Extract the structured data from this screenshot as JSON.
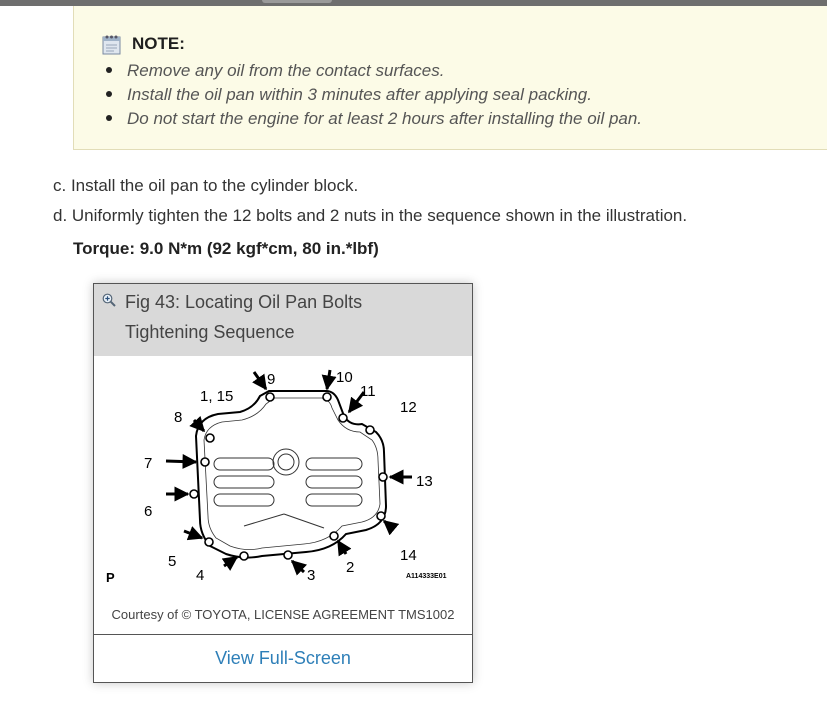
{
  "note": {
    "title": "NOTE:",
    "icon": "note-pad-icon",
    "items": [
      "Remove any oil from the contact surfaces.",
      "Install the oil pan within 3 minutes after applying seal packing.",
      "Do not start the engine for at least 2 hours after installing the oil pan."
    ]
  },
  "steps": [
    "c. Install the oil pan to the cylinder block.",
    "d. Uniformly tighten the 12 bolts and 2 nuts in the sequence shown in the illustration."
  ],
  "torque": "Torque: 9.0 N*m (92 kgf*cm, 80 in.*lbf)",
  "figure": {
    "title": "Fig 43: Locating Oil Pan Bolts Tightening Sequence",
    "zoom_icon": "zoom-in-icon",
    "labels": [
      "1, 15",
      "2",
      "3",
      "4",
      "5",
      "6",
      "7",
      "8",
      "9",
      "10",
      "11",
      "12",
      "13",
      "14"
    ],
    "corner_mark": "P",
    "code": "A114333E01",
    "credit": "Courtesy of © TOYOTA, LICENSE AGREEMENT TMS1002",
    "fullscreen_link": "View Full-Screen"
  }
}
